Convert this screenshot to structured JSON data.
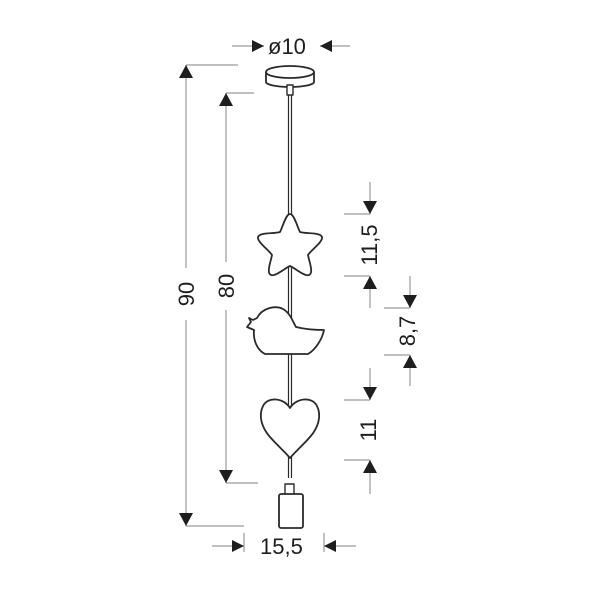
{
  "diagram": {
    "type": "technical-dimension-drawing",
    "subject": "pendant lamp with star, bird and heart decorations",
    "units_implied": "cm",
    "components": [
      {
        "name": "ceiling-canopy",
        "label": "canopy"
      },
      {
        "name": "star-ornament",
        "label": "star"
      },
      {
        "name": "bird-ornament",
        "label": "bird"
      },
      {
        "name": "heart-ornament",
        "label": "heart"
      },
      {
        "name": "lamp-socket",
        "label": "socket"
      }
    ],
    "dimensions": {
      "canopy_diameter": "ø10",
      "total_height": "90",
      "cord_height": "80",
      "star_height": "11,5",
      "bird_height": "8,7",
      "heart_height": "11",
      "bottom_width": "15,5"
    },
    "colors": {
      "line": "#2a2a2a",
      "dimension_line": "#9a9a9a",
      "arrow": "#1e1e1e",
      "background": "#ffffff"
    }
  }
}
